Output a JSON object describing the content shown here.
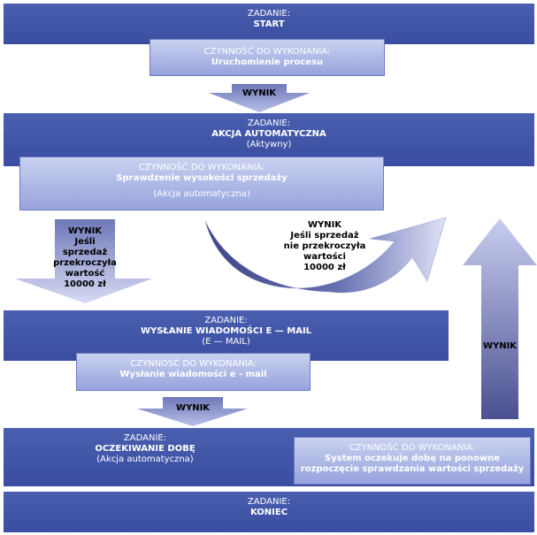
{
  "start": {
    "label": "ZADANIE:",
    "name": "START"
  },
  "start_action": {
    "label": "CZYNNOŚĆ DO WYKONANIA:",
    "text": "Uruchomienie procesu"
  },
  "result1": "WYNIK",
  "auto": {
    "label": "ZADANIE:",
    "name": "AKCJA AUTOMATYCZNA",
    "status": "(Aktywny)"
  },
  "auto_action": {
    "label": "CZYNNOŚĆ DO WYKONANIA:",
    "text": "Sprawdzenie wysokości sprzedaży",
    "sub": "(Akcja automatyczna)"
  },
  "result_exceeded": {
    "l1": "WYNIK",
    "l2": "Jeśli sprzedaż",
    "l3": "przekroczyła",
    "l4": "wartość",
    "l5": "10000 zł"
  },
  "result_not_exceeded": {
    "l1": "WYNIK",
    "l2": "Jeśli sprzedaż",
    "l3": "nie przekroczyła",
    "l4": "wartości",
    "l5": "10000 zł"
  },
  "email": {
    "label": "ZADANIE:",
    "name": "WYSŁANIE WIADOMOŚCI E — MAIL",
    "sub": "(E — MAIL)"
  },
  "email_action": {
    "label": "CZYNNOŚĆ DO WYKONANIA:",
    "text": "Wysłanie wiadomości e - mail"
  },
  "result2": "WYNIK",
  "result_up": "WYNIK",
  "wait": {
    "label": "ZADANIE:",
    "name": "OCZEKIWANIE DOBĘ",
    "sub": "(Akcja automatyczna)"
  },
  "wait_action": {
    "label": "CZYNNOŚĆ DO WYKONANIA:",
    "l1": "System oczekuje dobę na ponowne",
    "l2": "rozpoczęcie sprawdzania wartości sprzedaży"
  },
  "end": {
    "label": "ZADANIE:",
    "name": "KONIEC"
  },
  "colors": {
    "band": "#3d51a3",
    "task": "#b7c0ea",
    "arrow_dark": "#4a5090",
    "arrow_light": "#c8cdef"
  }
}
